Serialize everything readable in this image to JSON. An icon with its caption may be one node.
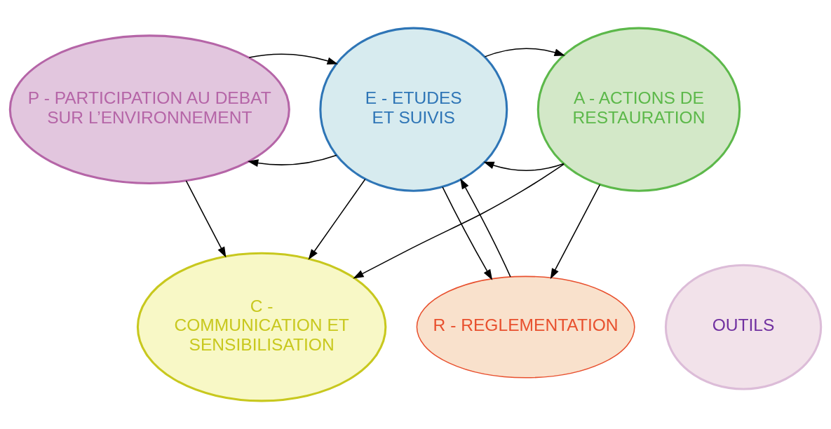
{
  "diagram": {
    "nodes": [
      {
        "text": [
          "P - PARTICIPATION AU DEBAT SUR L’ENVIRONNEMENT"
        ]
      },
      {
        "text": [
          "E - ETUDES ET SUIVIS"
        ]
      },
      {
        "text": [
          "A - ACTIONS DE RESTAURATION"
        ]
      },
      {
        "text": [
          "R - REGLEMENTATION"
        ]
      },
      {
        "text": [
          "C - COMMUNICATION ET SENSIBILISATION"
        ]
      },
      {
        "text": [
          "OUTILS"
        ]
      }
    ],
    "edges": [
      {
        "from": 1,
        "to": 0,
        "arrow": "to"
      },
      {
        "from": 0,
        "to": 1,
        "arrow": "to"
      },
      {
        "from": 2,
        "to": 1,
        "arrow": "to"
      },
      {
        "from": 1,
        "to": 2,
        "arrow": "to"
      },
      {
        "from": 0,
        "to": 4,
        "arrow": "to"
      },
      {
        "from": 1,
        "to": 4,
        "arrow": "to"
      },
      {
        "from": 1,
        "to": 3,
        "arrow": "to"
      },
      {
        "from": 3,
        "to": 1,
        "arrow": "to"
      },
      {
        "from": 2,
        "to": 3,
        "arrow": "to"
      },
      {
        "from": 2,
        "to": 4,
        "arrow": "to"
      }
    ]
  }
}
